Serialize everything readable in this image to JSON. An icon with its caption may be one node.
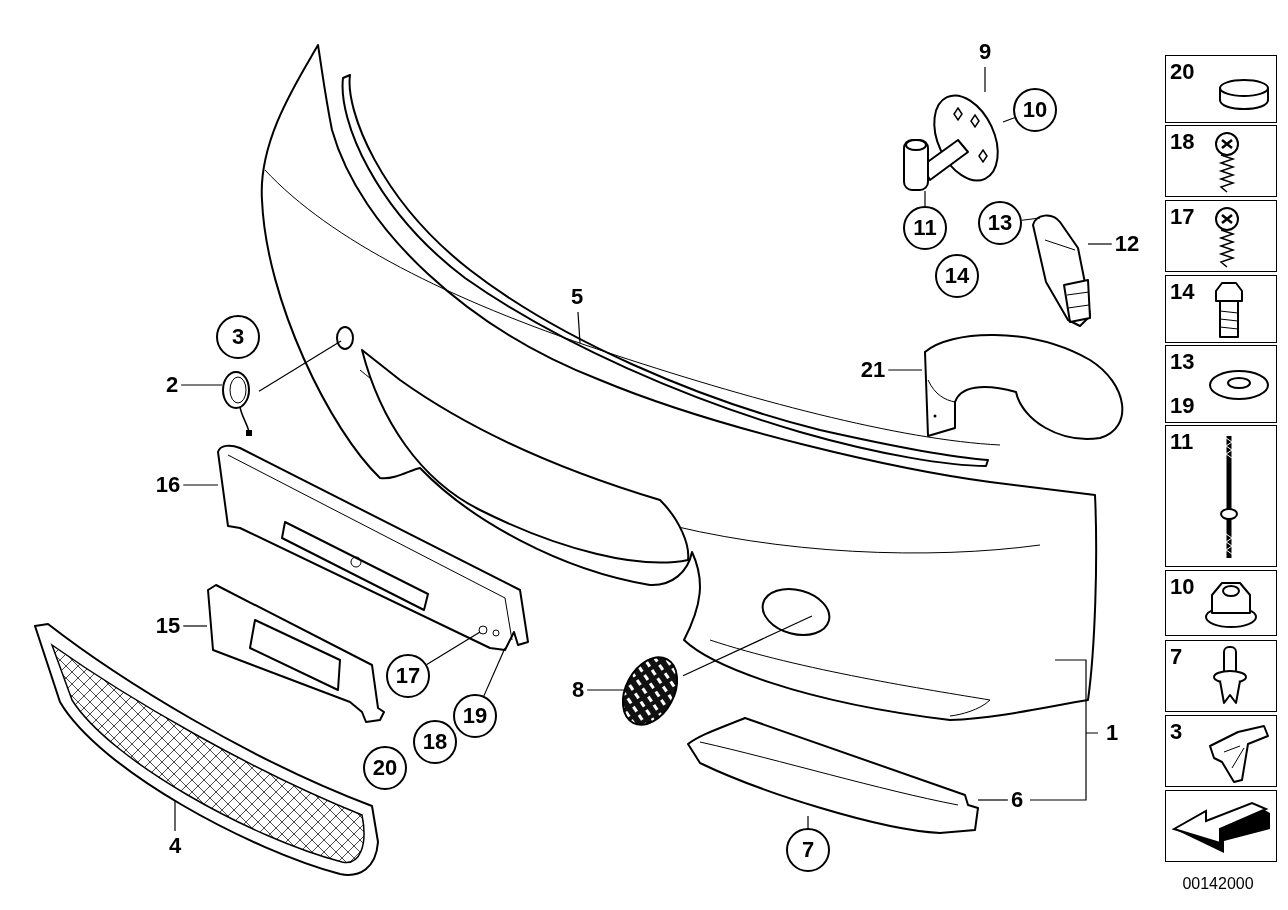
{
  "diagram": {
    "nodes": [
      {
        "text": [
          "5"
        ]
      },
      {
        "text": [],
        "shape": "picture"
      },
      {
        "text": [
          "9"
        ]
      },
      {
        "text": [],
        "shape": "picture"
      },
      {
        "text": [
          "10"
        ]
      },
      {
        "text": [
          "11"
        ]
      },
      {
        "text": [
          "12"
        ]
      },
      {
        "text": [],
        "shape": "picture"
      },
      {
        "text": [
          "13"
        ]
      },
      {
        "text": [
          "21"
        ]
      },
      {
        "text": [],
        "shape": "picture"
      },
      {
        "text": [
          "2"
        ]
      },
      {
        "text": [],
        "shape": "picture"
      },
      {
        "text": [
          "16"
        ]
      },
      {
        "text": [],
        "shape": "picture"
      },
      {
        "text": [
          "15"
        ]
      },
      {
        "text": [],
        "shape": "picture"
      },
      {
        "text": [
          "17"
        ]
      },
      {
        "text": [
          "19"
        ]
      },
      {
        "text": [
          "8"
        ]
      },
      {
        "text": [],
        "shape": "circle"
      },
      {
        "text": [
          "6"
        ]
      },
      {
        "text": [],
        "shape": "picture"
      },
      {
        "text": [
          "7"
        ]
      },
      {
        "text": [
          "4"
        ]
      },
      {
        "text": [],
        "shape": "picture"
      },
      {
        "text": [
          "20"
        ]
      },
      {
        "text": [
          "18"
        ]
      },
      {
        "text": [
          "17"
        ]
      },
      {
        "text": [
          "14"
        ]
      },
      {
        "text": [
          "13",
          "19"
        ]
      },
      {
        "text": [
          "11"
        ]
      },
      {
        "text": [
          "10"
        ]
      },
      {
        "text": [
          "7"
        ]
      },
      {
        "text": [
          "3"
        ]
      },
      {
        "text": [],
        "shape": "box"
      },
      {
        "text": [
          "14"
        ]
      },
      {
        "text": [
          "3"
        ]
      },
      {
        "text": [
          "18"
        ]
      },
      {
        "text": [
          "20"
        ]
      }
    ],
    "edges": [
      {
        "from": 0,
        "to": 1,
        "arrow": "none"
      },
      {
        "from": 2,
        "to": 3,
        "arrow": "none"
      },
      {
        "from": 4,
        "to": 3,
        "arrow": "none"
      },
      {
        "from": 5,
        "to": 3,
        "arrow": "none"
      },
      {
        "from": 6,
        "to": 7,
        "arrow": "none"
      },
      {
        "from": 8,
        "to": 7,
        "arrow": "none"
      },
      {
        "from": 9,
        "to": 10,
        "arrow": "none"
      },
      {
        "from": 11,
        "to": 12,
        "arrow": "none"
      },
      {
        "from": 12,
        "to": 1,
        "arrow": "none"
      },
      {
        "from": 13,
        "to": 14,
        "arrow": "none"
      },
      {
        "from": 15,
        "to": 16,
        "arrow": "none"
      },
      {
        "from": 17,
        "to": 14,
        "arrow": "none"
      },
      {
        "from": 18,
        "to": 14,
        "arrow": "none"
      },
      {
        "from": 19,
        "to": 20,
        "arrow": "none"
      },
      {
        "from": 20,
        "to": 1,
        "arrow": "none"
      },
      {
        "from": 21,
        "to": 22,
        "arrow": "none"
      },
      {
        "from": 23,
        "to": 22,
        "arrow": "none"
      },
      {
        "from": 24,
        "to": 25,
        "arrow": "none"
      }
    ],
    "labels": [
      "1",
      "00142000"
    ]
  }
}
